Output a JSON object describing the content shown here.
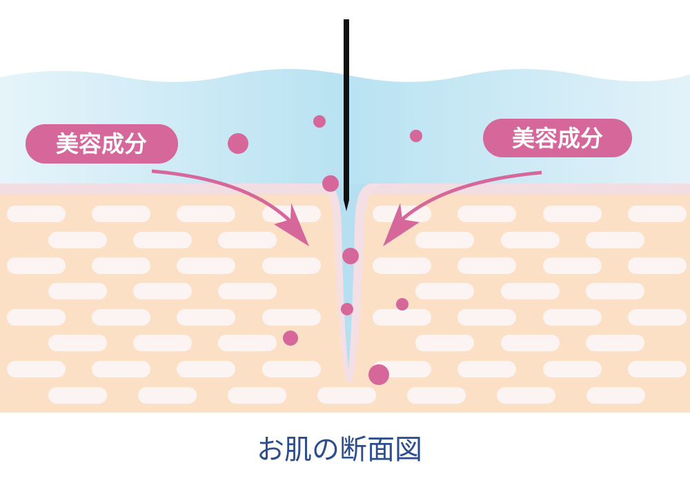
{
  "diagram": {
    "caption": "お肌の断面図",
    "labels": [
      {
        "text": "美容成分",
        "side": "left"
      },
      {
        "text": "美容成分",
        "side": "right"
      }
    ],
    "colors": {
      "water_light": "#e4f3f9",
      "water_dark": "#b6e0f1",
      "skin": "#fbe0c6",
      "skin_border": "#f3dfe4",
      "cell": "#fcf3f3",
      "accent_pink": "#d6679b",
      "needle": "#111111",
      "caption": "#2d4e8c"
    }
  }
}
